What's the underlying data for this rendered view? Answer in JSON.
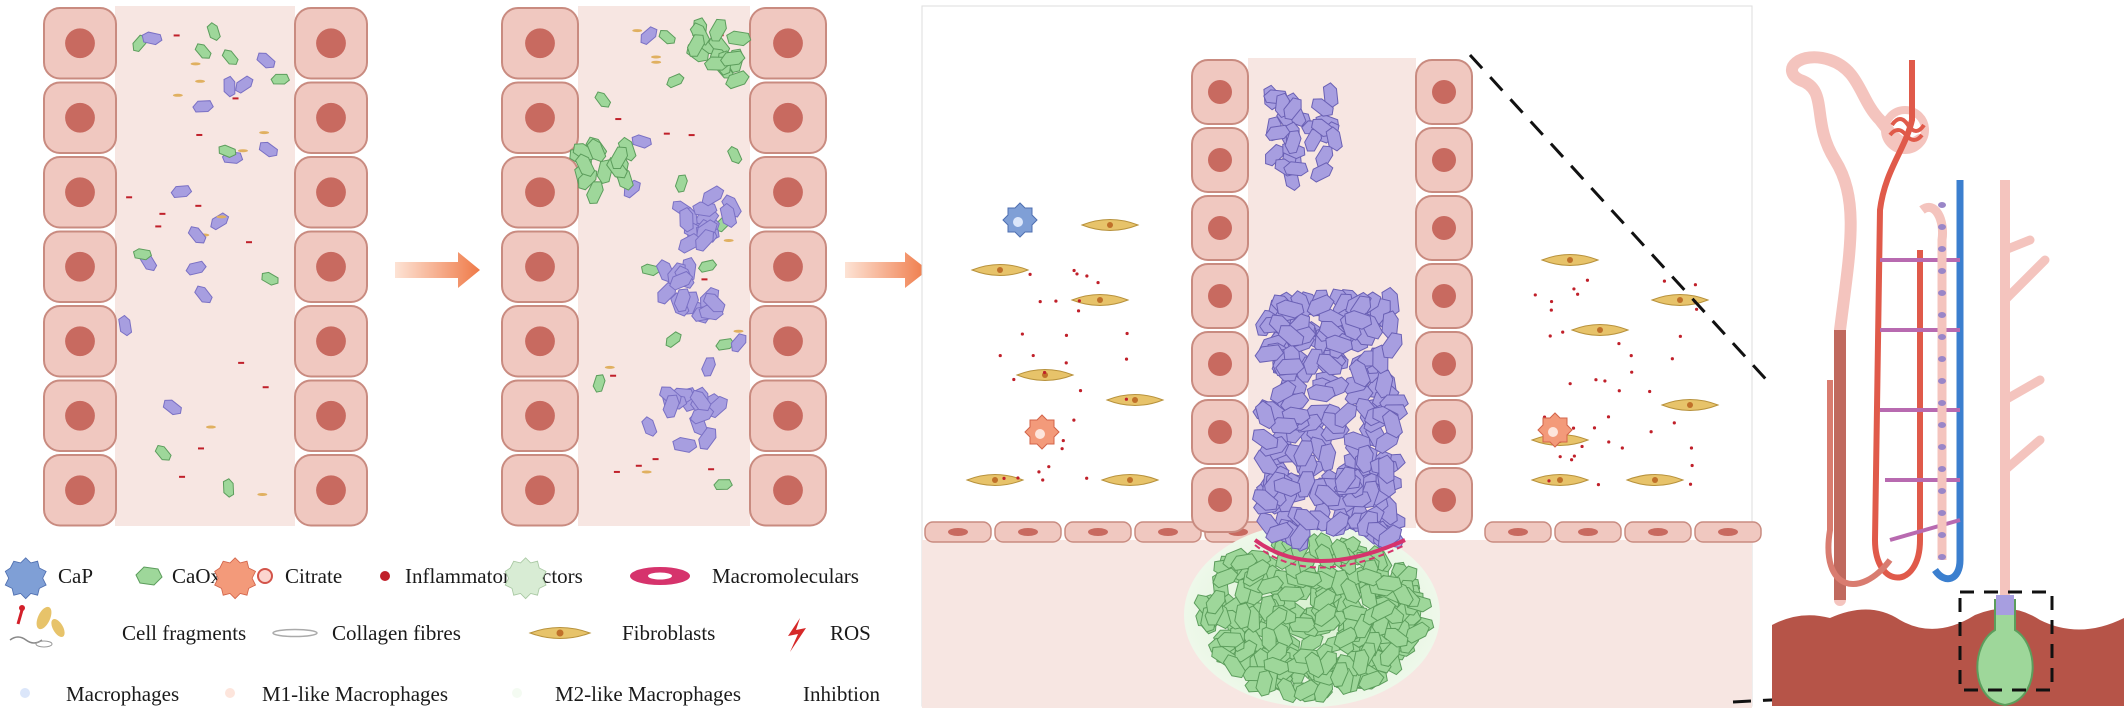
{
  "colors": {
    "cell": "#f0c8c0",
    "cell_border": "#c98b80",
    "nucleus": "#c86a60",
    "lumen": "#f7e6e2",
    "cap": "#a79ee0",
    "caox": "#9ed79a",
    "arrow": "#f08a5d",
    "fibroblast": "#e7c36a",
    "artery": "#e05a4a",
    "vein": "#3b7fcf",
    "tubule": "#f3c2bc",
    "tissue": "#b85a4e"
  },
  "icons": [
    "cap-crystal-icon",
    "caox-crystal-icon",
    "citrate-icon",
    "inflammatory-dot-icon",
    "macromolecule-icon",
    "cell-fragments-icon",
    "collagen-fibre-icon",
    "fibroblast-icon",
    "ros-icon",
    "macrophage-icon",
    "m1-macrophage-icon",
    "m2-macrophage-icon"
  ],
  "legend": {
    "cap": "CaP",
    "caox": "CaOx",
    "citrate": "Citrate",
    "inflammatory": "Inflammatory factors",
    "macromolecular": "Macromoleculars",
    "cell_fragments": "Cell fragments",
    "collagen": "Collagen fibres",
    "fibroblasts": "Fibroblasts",
    "ros": "ROS",
    "macrophages": "Macrophages",
    "m1": "M1-like Macrophages",
    "m2": "M2-like Macrophages",
    "inhibition": "Inhibtion"
  }
}
